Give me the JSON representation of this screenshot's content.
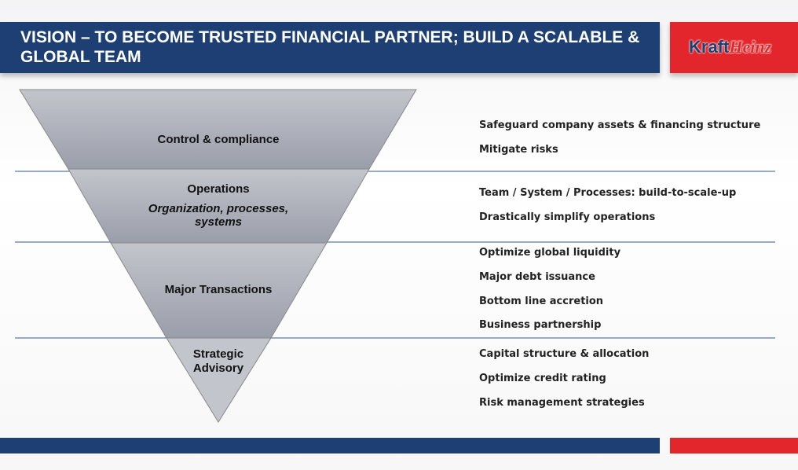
{
  "header": {
    "title": "VISION – TO BECOME TRUSTED FINANCIAL PARTNER; BUILD A SCALABLE & GLOBAL TEAM"
  },
  "logo": {
    "part1": "Kraft",
    "part2": "Heinz"
  },
  "pyramid": [
    {
      "label": "Control & compliance",
      "items": [
        "Safeguard company assets & financing structure",
        "Mitigate risks"
      ]
    },
    {
      "label": "Operations",
      "sublabel": "Organization, processes, systems",
      "items": [
        "Team / System / Processes: build-to-scale-up",
        "Drastically simplify operations"
      ]
    },
    {
      "label": "Major Transactions",
      "items": [
        "Optimize global liquidity",
        "Major debt issuance",
        "Bottom line accretion",
        "Business partnership"
      ]
    },
    {
      "label": "Strategic Advisory",
      "items": [
        "Capital structure & allocation",
        "Optimize credit rating",
        "Risk management strategies"
      ]
    }
  ],
  "colors": {
    "navy": "#1e3f74",
    "red": "#e3262b"
  }
}
